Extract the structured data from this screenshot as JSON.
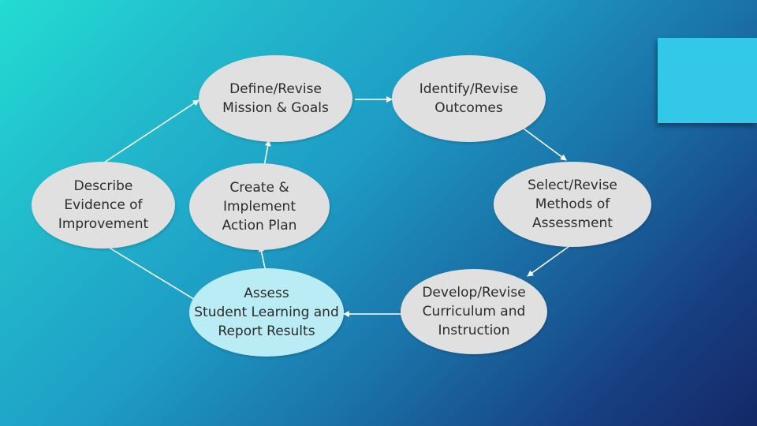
{
  "slide": {
    "accent_color": "#33c7e8",
    "nodes": {
      "define": "Define/Revise\nMission & Goals",
      "identify": "Identify/Revise\nOutcomes",
      "select": "Select/Revise\nMethods of\nAssessment",
      "develop": "Develop/Revise\nCurriculum and\nInstruction",
      "assess": "Assess\nStudent Learning and\nReport Results",
      "create": "Create &\nImplement\nAction Plan",
      "describe": "Describe\nEvidence of\nImprovement"
    },
    "edges": [
      {
        "from": "define",
        "to": "identify"
      },
      {
        "from": "identify",
        "to": "select"
      },
      {
        "from": "select",
        "to": "develop"
      },
      {
        "from": "develop",
        "to": "assess"
      },
      {
        "from": "assess",
        "to": "create"
      },
      {
        "from": "create",
        "to": "define"
      },
      {
        "from": "assess",
        "to": "describe"
      },
      {
        "from": "describe",
        "to": "define"
      }
    ]
  }
}
